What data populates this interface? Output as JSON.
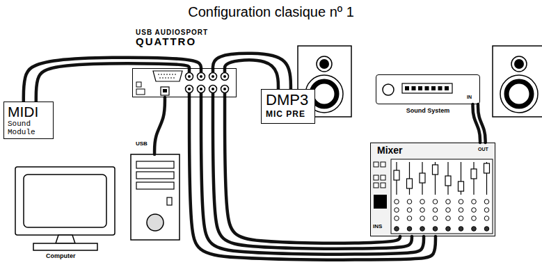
{
  "diagram": {
    "title": "Configuration clasique nº 1",
    "nodes": [
      {
        "text": [
          "USB AUDIOSPORT",
          "QUATTRO"
        ]
      },
      {
        "text": [
          "MIDI",
          "Sound Module"
        ]
      },
      {
        "text": [
          "DMP3",
          "MIC PRE"
        ]
      },
      {
        "text": [
          "Sound System"
        ]
      },
      {
        "text": [
          "Computer"
        ]
      },
      {
        "text": [
          "Mixer"
        ]
      }
    ],
    "edges": [
      {
        "from": 1,
        "to": 0,
        "arrow": "none"
      },
      {
        "from": 1,
        "to": 0,
        "arrow": "none"
      },
      {
        "from": 0,
        "to": 2,
        "arrow": "none"
      },
      {
        "from": 0,
        "to": 2,
        "arrow": "none"
      },
      {
        "from": 0,
        "to": 4,
        "arrow": "none"
      },
      {
        "from": 0,
        "to": 5,
        "arrow": "none"
      },
      {
        "from": 0,
        "to": 5,
        "arrow": "none"
      },
      {
        "from": 0,
        "to": 5,
        "arrow": "none"
      },
      {
        "from": 0,
        "to": 5,
        "arrow": "none"
      },
      {
        "from": 5,
        "to": 3,
        "arrow": "none"
      },
      {
        "from": 5,
        "to": 3,
        "arrow": "none"
      }
    ],
    "labels": [
      "USB",
      "IN",
      "OUT",
      "INS"
    ]
  }
}
